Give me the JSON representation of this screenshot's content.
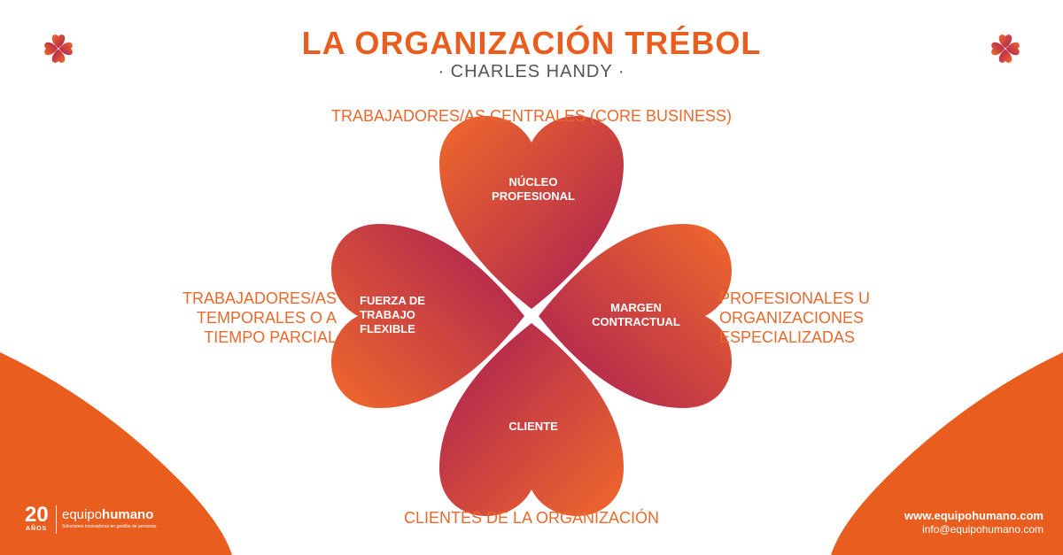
{
  "header": {
    "title": "LA ORGANIZACIÓN TRÉBOL",
    "subtitle": "· CHARLES HANDY ·"
  },
  "diagram": {
    "outer_labels": {
      "top": "TRABAJADORES/AS CENTRALES (CORE BUSINESS)",
      "bottom": "CLIENTES DE LA ORGANIZACIÓN",
      "left": "TRABAJADORES/AS\nTEMPORALES O A\nTIEMPO PARCIAL",
      "right": "PROFESIONALES U\nORGANIZACIONES\nESPECIALIZADAS"
    },
    "leaves": {
      "top": "NÚCLEO\nPROFESIONAL",
      "right": "MARGEN\nCONTRACTUAL",
      "left": "FUERZA DE\nTRABAJO\nFLEXIBLE",
      "bottom": "CLIENTE"
    },
    "colors": {
      "accent": "#e95e1f",
      "leaf_light": "#f0692a",
      "leaf_dark": "#a81d55"
    }
  },
  "footer": {
    "brand_years": "20",
    "brand_years_sub": "AÑOS",
    "brand_name_light": "equipo",
    "brand_name_bold": "humano",
    "brand_tagline": "Soluciones innovadoras en gestión de personas",
    "website": "www.equipohumano.com",
    "email": "info@equipohumano.com"
  },
  "icons": {
    "corner": "clover-icon"
  }
}
